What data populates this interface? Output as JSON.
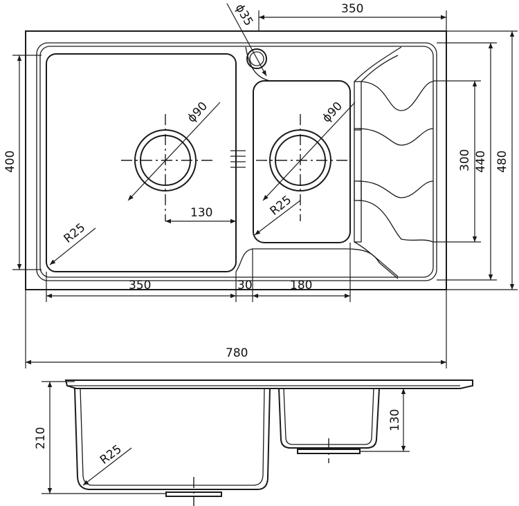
{
  "top_view": {
    "overall_width": "780",
    "top_offset": "350",
    "overflow_diameter": "ϕ35",
    "left_height": "400",
    "right_height_300": "300",
    "right_height_440": "440",
    "right_height_480": "480",
    "main_drain": "ϕ90",
    "second_drain": "ϕ90",
    "drain_offset": "130",
    "radius_main": "R25",
    "radius_second": "R25",
    "bowl_width_main": "350",
    "divider_width": "30",
    "bowl_width_second": "180"
  },
  "side_view": {
    "depth_main": "210",
    "depth_second": "130",
    "radius": "R25"
  }
}
